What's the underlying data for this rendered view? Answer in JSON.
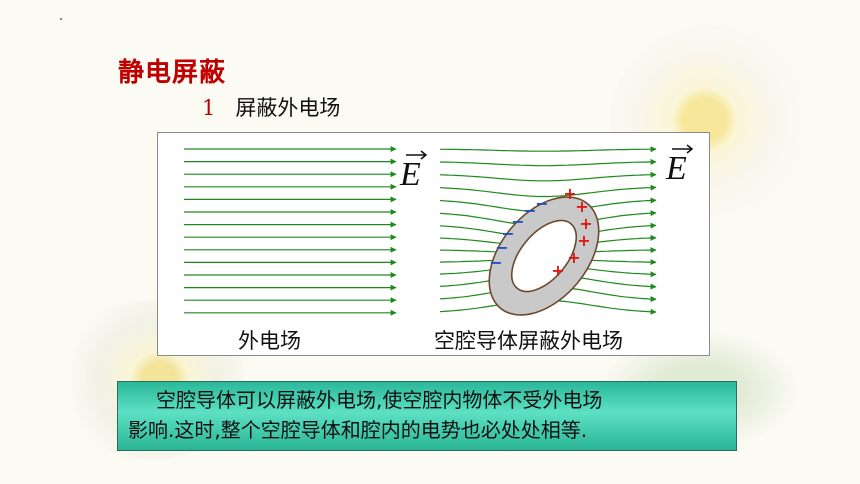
{
  "title": "静电屏蔽",
  "subtitle": {
    "number": "1",
    "text": "屏蔽外电场"
  },
  "figure": {
    "field_symbol": "E",
    "left_caption": "外电场",
    "right_caption": "空腔导体屏蔽外电场",
    "negative_sign": "−",
    "positive_sign": "+"
  },
  "note": {
    "line1": "空腔导体可以屏蔽外电场,使空腔内物体不受外电场",
    "line2": "影响.这时,整个空腔导体和腔内的电势也必处处相等."
  },
  "colors": {
    "title": "#c00000",
    "field_lines": "#1e8a1e",
    "negative_charge": "#1f4fc7",
    "positive_charge": "#e01818",
    "conductor": "#c9c9c9",
    "note_bg": "#4fd6b8"
  }
}
